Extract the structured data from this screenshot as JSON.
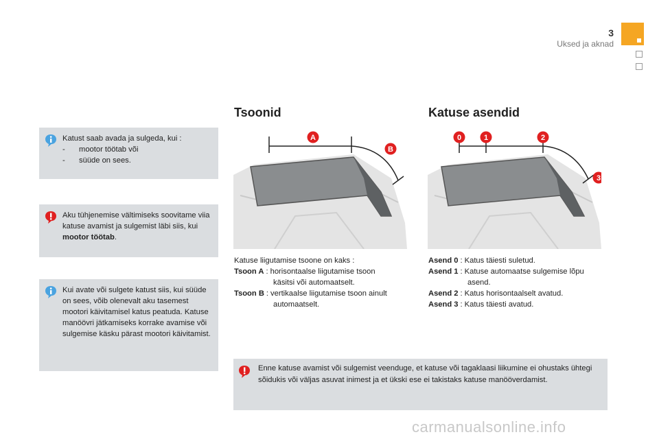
{
  "header": {
    "page_number": "3",
    "section_title": "Uksed ja aknad",
    "accent_color": "#f5a623"
  },
  "notes": [
    {
      "type": "info",
      "icon": "info-icon",
      "intro": "Katust saab avada ja sulgeda, kui :",
      "bullets": [
        {
          "dash": "-",
          "text": "mootor töötab või"
        },
        {
          "dash": "-",
          "text": "süüde on sees."
        }
      ]
    },
    {
      "type": "warning",
      "icon": "warning-icon",
      "text_before": "Aku tühjenemise vältimiseks soovitame viia katuse avamist ja sulgemist läbi siis, kui ",
      "text_bold": "mootor töötab",
      "text_after": "."
    },
    {
      "type": "info",
      "icon": "info-icon",
      "text": "Kui avate või sulgete katust siis, kui süüde on sees, võib olenevalt aku tasemest mootori käivitamisel katus peatuda. Katuse manöövri jätkamiseks korrake avamise või sulgemise käsku pärast mootori käivitamist."
    }
  ],
  "zones": {
    "title": "Tsoonid",
    "intro": "Katuse liigutamise tsoone on kaks :",
    "items": [
      {
        "key": "Tsoon A",
        "sep": ":",
        "line1": "horisontaalse liigutamise tsoon",
        "line2": "käsitsi või automaatselt."
      },
      {
        "key": "Tsoon B",
        "sep": ":",
        "line1": "vertikaalse liigutamise tsoon ainult",
        "line2": "automaatselt."
      }
    ],
    "markers": [
      "A",
      "B"
    ]
  },
  "positions": {
    "title": "Katuse asendid",
    "items": [
      {
        "key": "Asend 0",
        "sep": ":",
        "line1": "Katus täiesti suletud.",
        "line2": ""
      },
      {
        "key": "Asend 1",
        "sep": ":",
        "line1": "Katuse automaatse sulgemise lõpu",
        "line2": "asend."
      },
      {
        "key": "Asend 2",
        "sep": ":",
        "line1": "Katus horisontaalselt avatud.",
        "line2": ""
      },
      {
        "key": "Asend 3",
        "sep": ":",
        "line1": "Katus täiesti avatud.",
        "line2": ""
      }
    ],
    "markers": [
      "0",
      "1",
      "2",
      "3"
    ]
  },
  "bottom_note": {
    "icon": "warning-icon",
    "text": "Enne katuse avamist või sulgemist veenduge, et katuse või tagaklaasi liikumine ei ohustaks ühtegi sõidukis või väljas asuvat inimest ja et ükski ese ei takistaks katuse manööverdamist."
  },
  "watermark": "carmanualsonline.info"
}
